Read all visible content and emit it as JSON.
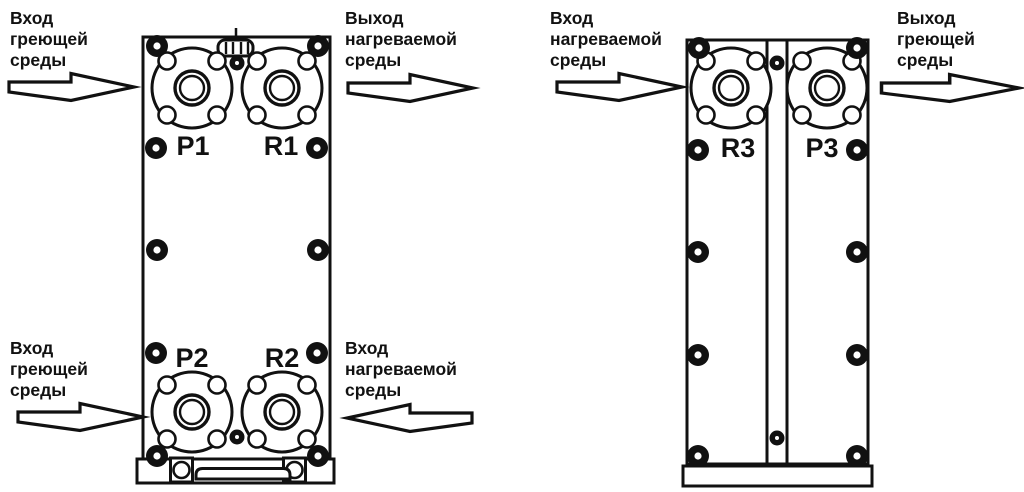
{
  "colors": {
    "ink": "#111111",
    "background": "#ffffff"
  },
  "left_unit": {
    "ports": {
      "top_left": "P1",
      "top_right": "R1",
      "bottom_left": "P2",
      "bottom_right": "R2"
    }
  },
  "right_unit": {
    "ports": {
      "top_left": "R3",
      "top_right": "P3"
    }
  },
  "annotations": [
    {
      "id": "inlet-heating-medium-top-left",
      "lines": [
        "Вход",
        "греющей",
        "среды"
      ],
      "arrow": "right"
    },
    {
      "id": "outlet-heated-medium-top",
      "lines": [
        "Выход",
        "нагреваемой",
        "среды"
      ],
      "arrow": "right"
    },
    {
      "id": "inlet-heated-medium-top-right",
      "lines": [
        "Вход",
        "нагреваемой",
        "среды"
      ],
      "arrow": "right"
    },
    {
      "id": "outlet-heating-medium-far-right",
      "lines": [
        "Выход",
        "греющей",
        "среды"
      ],
      "arrow": "right"
    },
    {
      "id": "inlet-heating-medium-bottom",
      "lines": [
        "Вход",
        "греющей",
        "среды"
      ],
      "arrow": "right"
    },
    {
      "id": "inlet-heated-medium-bottom",
      "lines": [
        "Вход",
        "нагреваемой",
        "среды"
      ],
      "arrow": "left"
    }
  ]
}
